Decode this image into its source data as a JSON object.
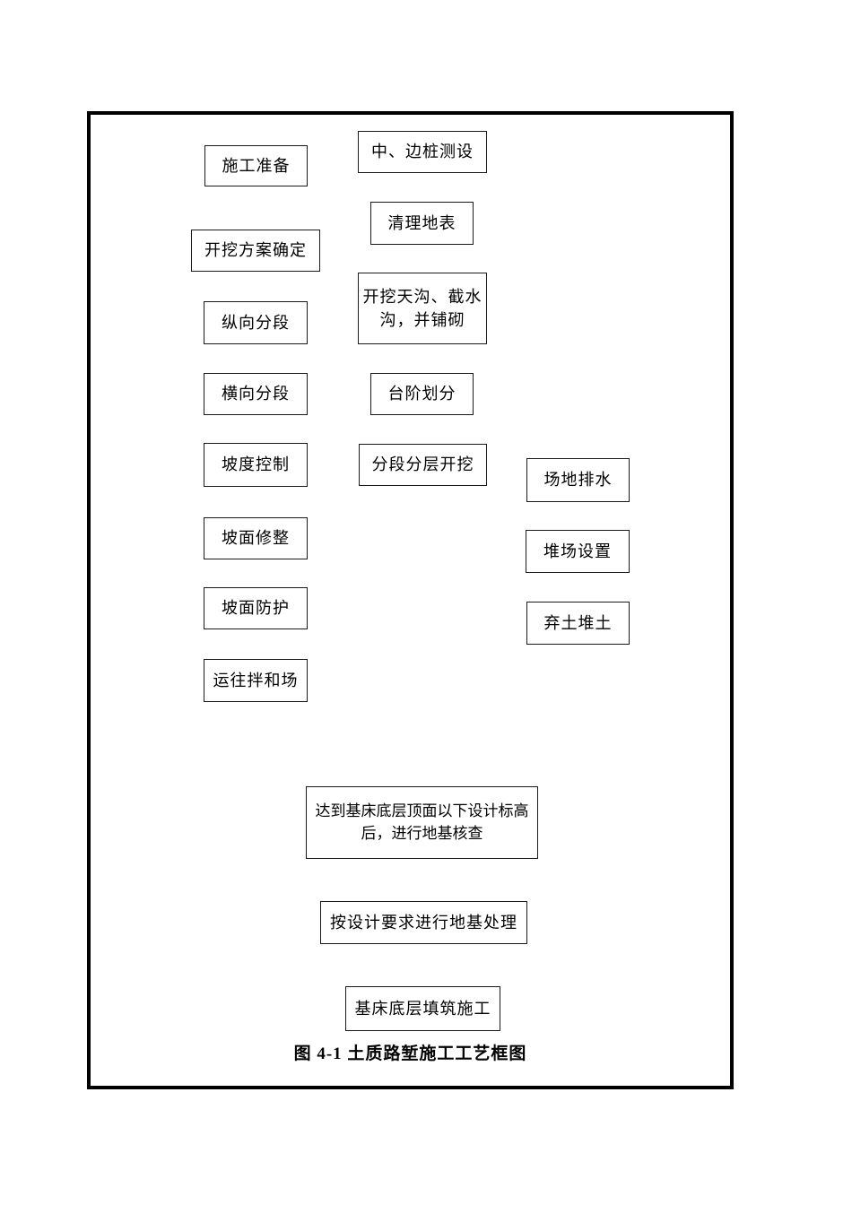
{
  "figure": {
    "caption": "图 4-1 土质路堑施工工艺框图",
    "nodes": {
      "prep": "施工准备",
      "stake": "中、边桩测设",
      "clear": "清理地表",
      "plan": "开挖方案确定",
      "ditch": "开挖天沟、截水沟，并铺砌",
      "longi": "纵向分段",
      "trans": "横向分段",
      "step": "台阶划分",
      "slope_control": "坡度控制",
      "excav": "分段分层开挖",
      "drain": "场地排水",
      "slope_trim": "坡面修整",
      "yard": "堆场设置",
      "slope_protect": "坡面防护",
      "spoil": "弃土堆土",
      "mix": "运往拌和场",
      "check": "达到基床底层顶面以下设计标高后，进行地基核查",
      "treat": "按设计要求进行地基处理",
      "fill": "基床底层填筑施工"
    }
  },
  "colors": {
    "line": "#000000",
    "background": "#ffffff"
  }
}
